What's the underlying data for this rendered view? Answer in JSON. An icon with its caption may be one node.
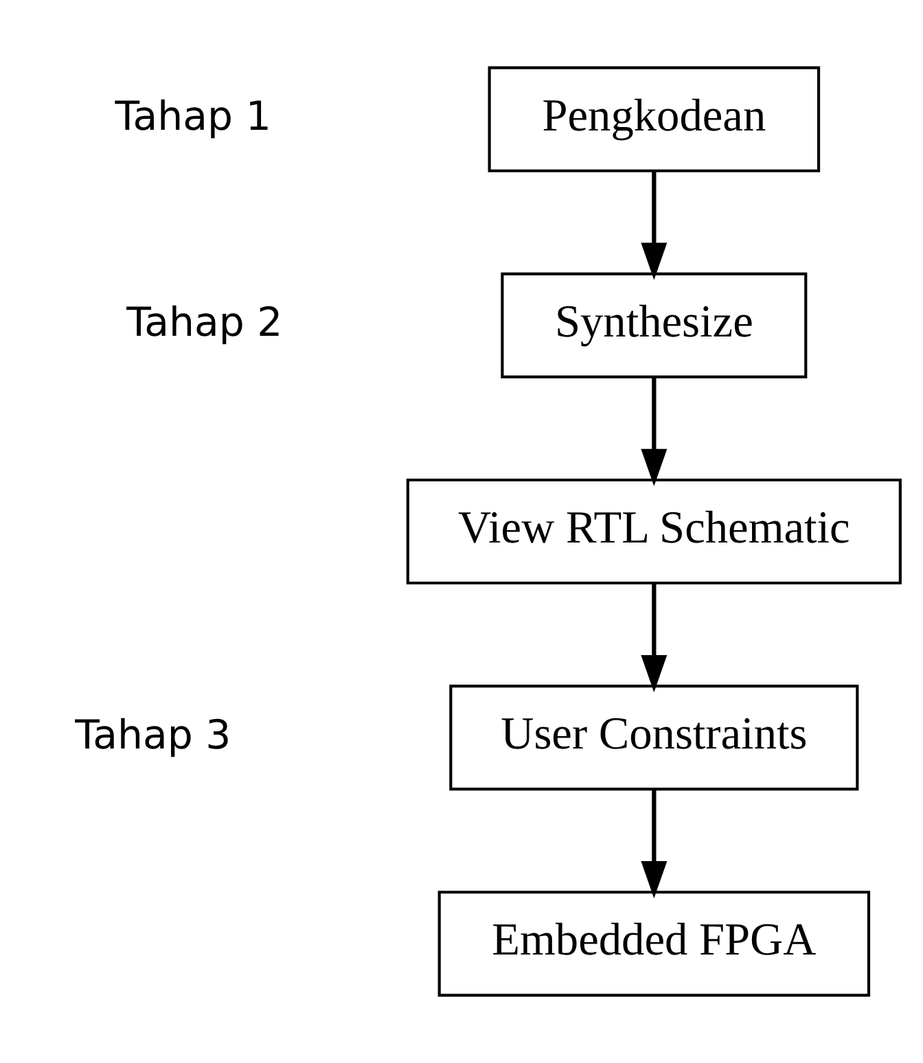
{
  "diagram": {
    "nodes": [
      {
        "text": [
          "Pengkodean"
        ]
      },
      {
        "text": [
          "Synthesize"
        ]
      },
      {
        "text": [
          "View RTL Schematic"
        ]
      },
      {
        "text": [
          "User Constraints"
        ]
      },
      {
        "text": [
          "Embedded FPGA"
        ]
      }
    ],
    "edges": [
      {
        "from": 0,
        "to": 1,
        "arrow": "to"
      },
      {
        "from": 1,
        "to": 2,
        "arrow": "to"
      },
      {
        "from": 2,
        "to": 3,
        "arrow": "to"
      },
      {
        "from": 3,
        "to": 4,
        "arrow": "to"
      }
    ],
    "labels": [
      "Tahap 1",
      "Tahap 2",
      "Tahap 3"
    ]
  }
}
